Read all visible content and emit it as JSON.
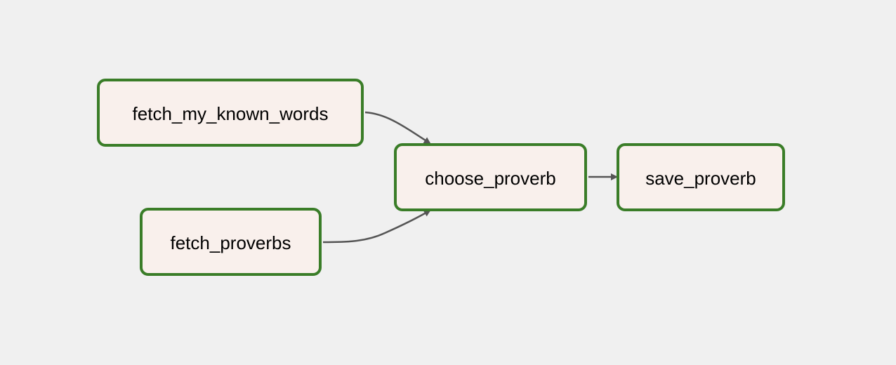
{
  "colors": {
    "background": "#f0f0f0",
    "node_fill": "#f9f0ec",
    "node_border": "#3a7d28",
    "edge": "#555555",
    "text": "#000000"
  },
  "nodes": [
    {
      "id": "fetch_my_known_words",
      "label": "fetch_my_known_words"
    },
    {
      "id": "fetch_proverbs",
      "label": "fetch_proverbs"
    },
    {
      "id": "choose_proverb",
      "label": "choose_proverb"
    },
    {
      "id": "save_proverb",
      "label": "save_proverb"
    }
  ],
  "edges": [
    {
      "from": "fetch_my_known_words",
      "to": "choose_proverb"
    },
    {
      "from": "fetch_proverbs",
      "to": "choose_proverb"
    },
    {
      "from": "choose_proverb",
      "to": "save_proverb"
    }
  ]
}
